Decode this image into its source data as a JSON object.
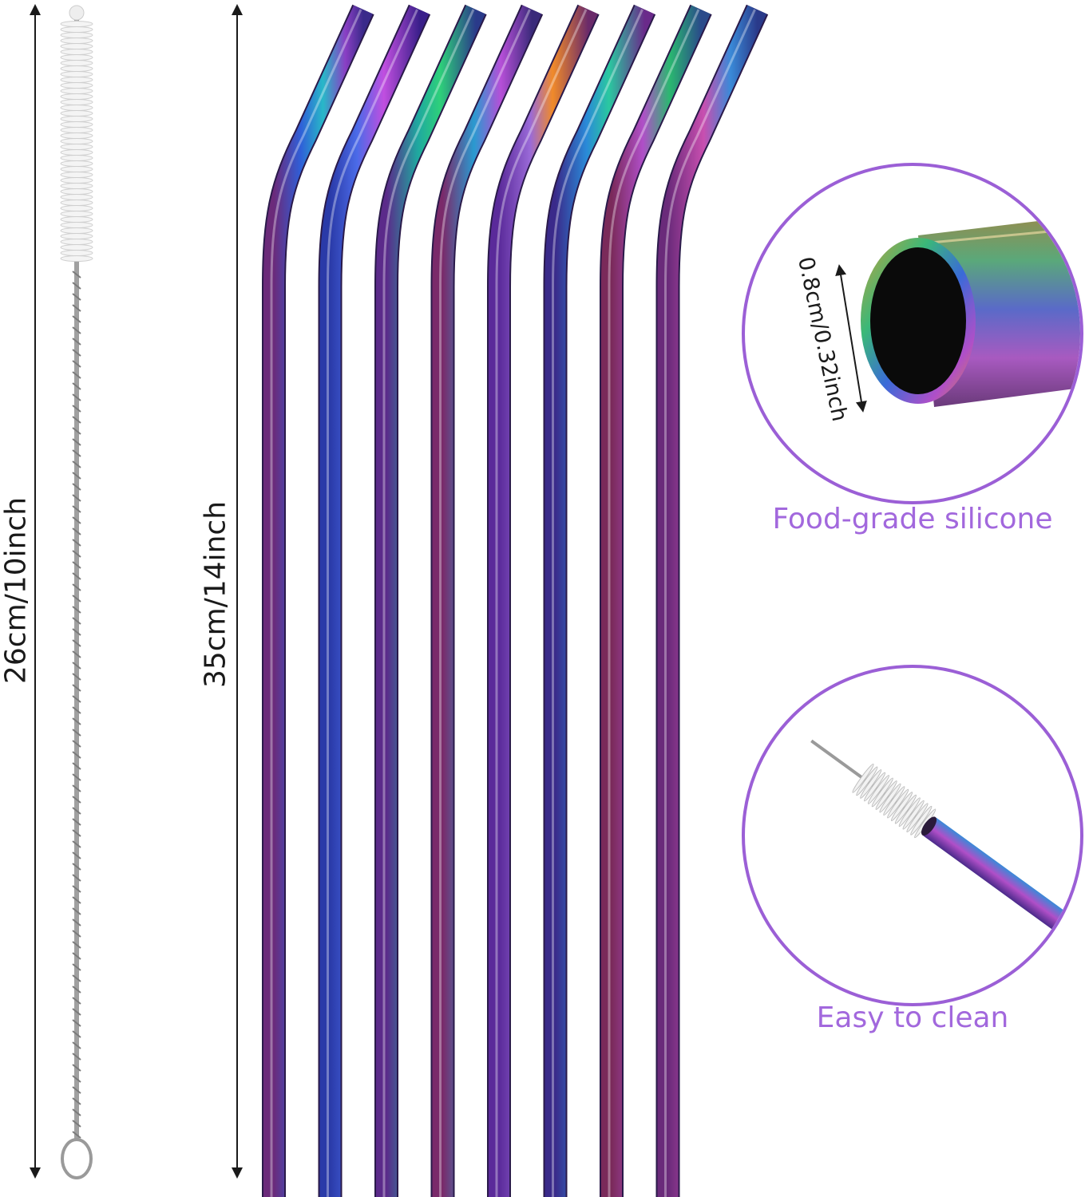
{
  "brush_length_label": "26cm/10inch",
  "straw_length_label": "35cm/14inch",
  "diameter_label": "0.8cm/0.32inch",
  "detail_top_caption": "Food-grade silicone",
  "detail_bottom_caption": "Easy to clean",
  "colors": {
    "accent_purple": "#9b5fd6",
    "caption_purple": "#a268dd",
    "arrow": "#1a1a1a",
    "brush_wire": "#9a9a9a",
    "brush_bristle": "#eeeeee"
  },
  "straw_count": 8,
  "icons": [
    "double-arrow-icon",
    "straw-opening-icon",
    "cleaning-brush-icon"
  ]
}
